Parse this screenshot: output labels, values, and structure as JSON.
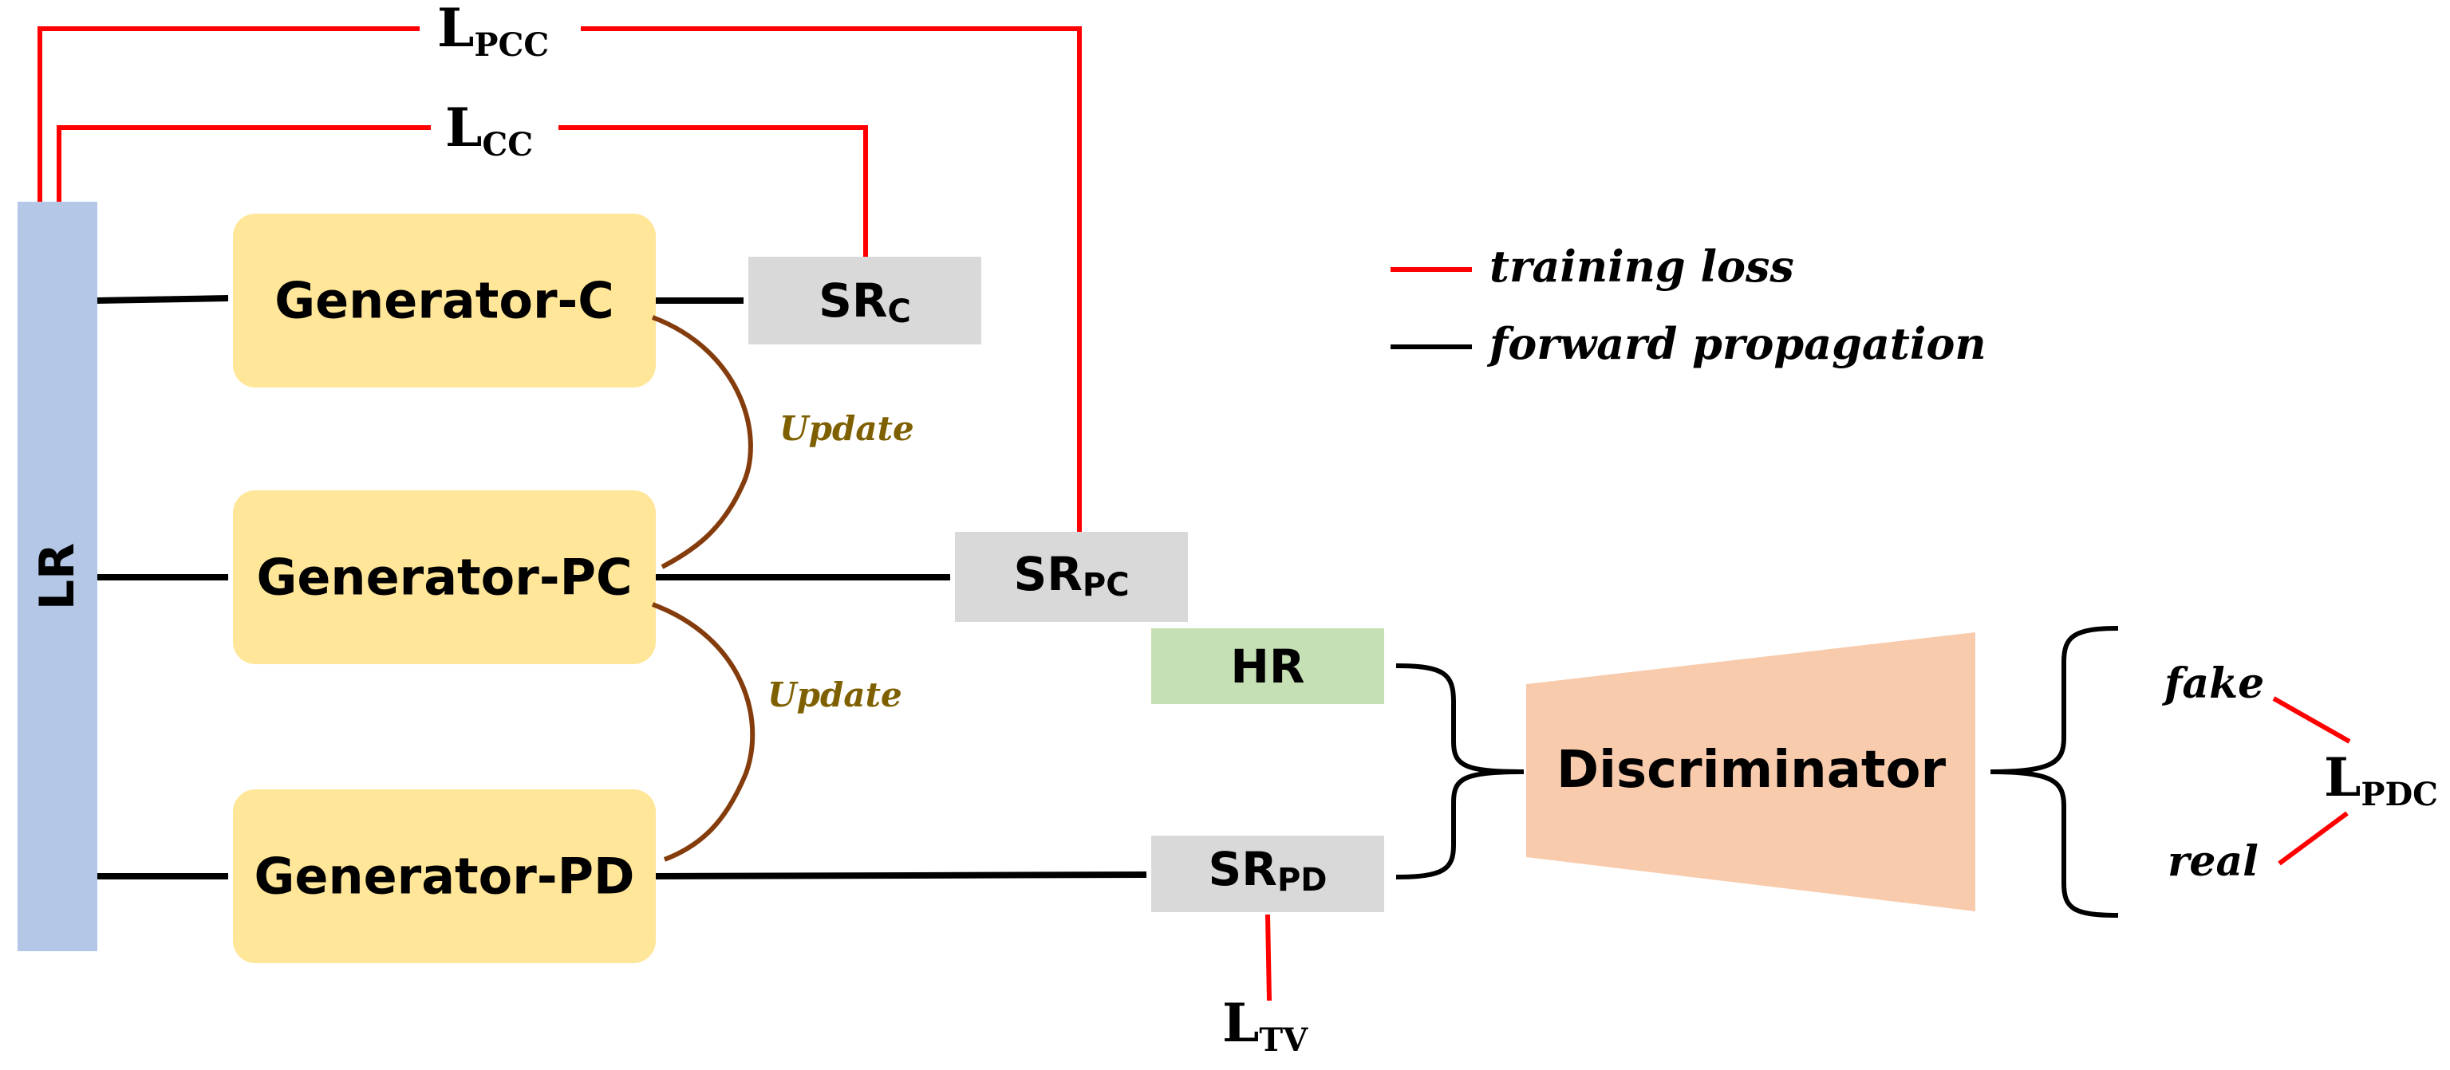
{
  "lr": {
    "label": "LR"
  },
  "generators": {
    "c": "Generator-C",
    "pc": "Generator-PC",
    "pd": "Generator-PD"
  },
  "outputs": {
    "src": {
      "base": "SR",
      "sub": "C"
    },
    "srpc": {
      "base": "SR",
      "sub": "PC"
    },
    "srpd": {
      "base": "SR",
      "sub": "PD"
    },
    "hr": {
      "label": "HR"
    }
  },
  "discriminator": {
    "label": "Discriminator"
  },
  "updates": {
    "first": "Update",
    "second": "Update"
  },
  "losses": {
    "pcc": {
      "base": "L",
      "sub": "PCC"
    },
    "cc": {
      "base": "L",
      "sub": "CC"
    },
    "tv": {
      "base": "L",
      "sub": "TV"
    },
    "pdc": {
      "base": "L",
      "sub": "PDC"
    }
  },
  "outcomes": {
    "fake": "fake",
    "real": "real"
  },
  "legend": {
    "training": "training loss",
    "forward": "forward propagation"
  },
  "colors": {
    "lr": "#B4C7E7",
    "generator": "#FFE699",
    "output": "#D9D9D9",
    "hr": "#C5E0B4",
    "discriminator": "#F8CBAD",
    "training_loss": "#FF0000",
    "forward": "#000000",
    "update": "#843C0C",
    "update_text": "#7F6000"
  }
}
